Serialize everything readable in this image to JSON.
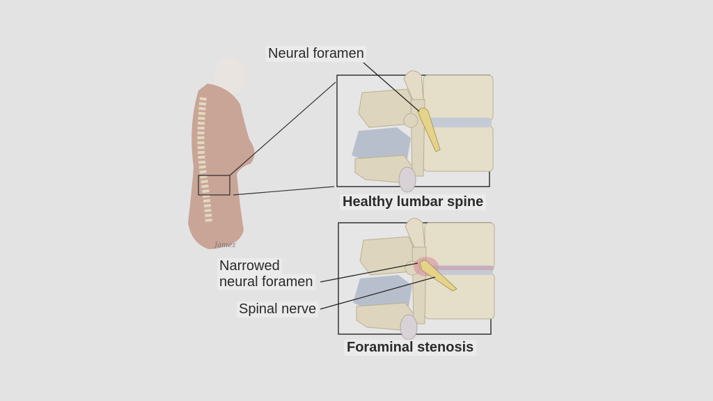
{
  "labels": {
    "neural_foramen": "Neural foramen",
    "narrowed_line1": "Narrowed",
    "narrowed_line2": "neural foramen",
    "spinal_nerve": "Spinal nerve"
  },
  "captions": {
    "healthy": "Healthy lumbar spine",
    "stenosis": "Foraminal stenosis"
  },
  "signature": "Jamez",
  "colors": {
    "background": "#e3e3e3",
    "skin": "#c9a597",
    "bone": "#e2dac4",
    "nerve": "#e6d38a",
    "disc": "#b9bfcc",
    "inflammation": "#d9899c"
  }
}
